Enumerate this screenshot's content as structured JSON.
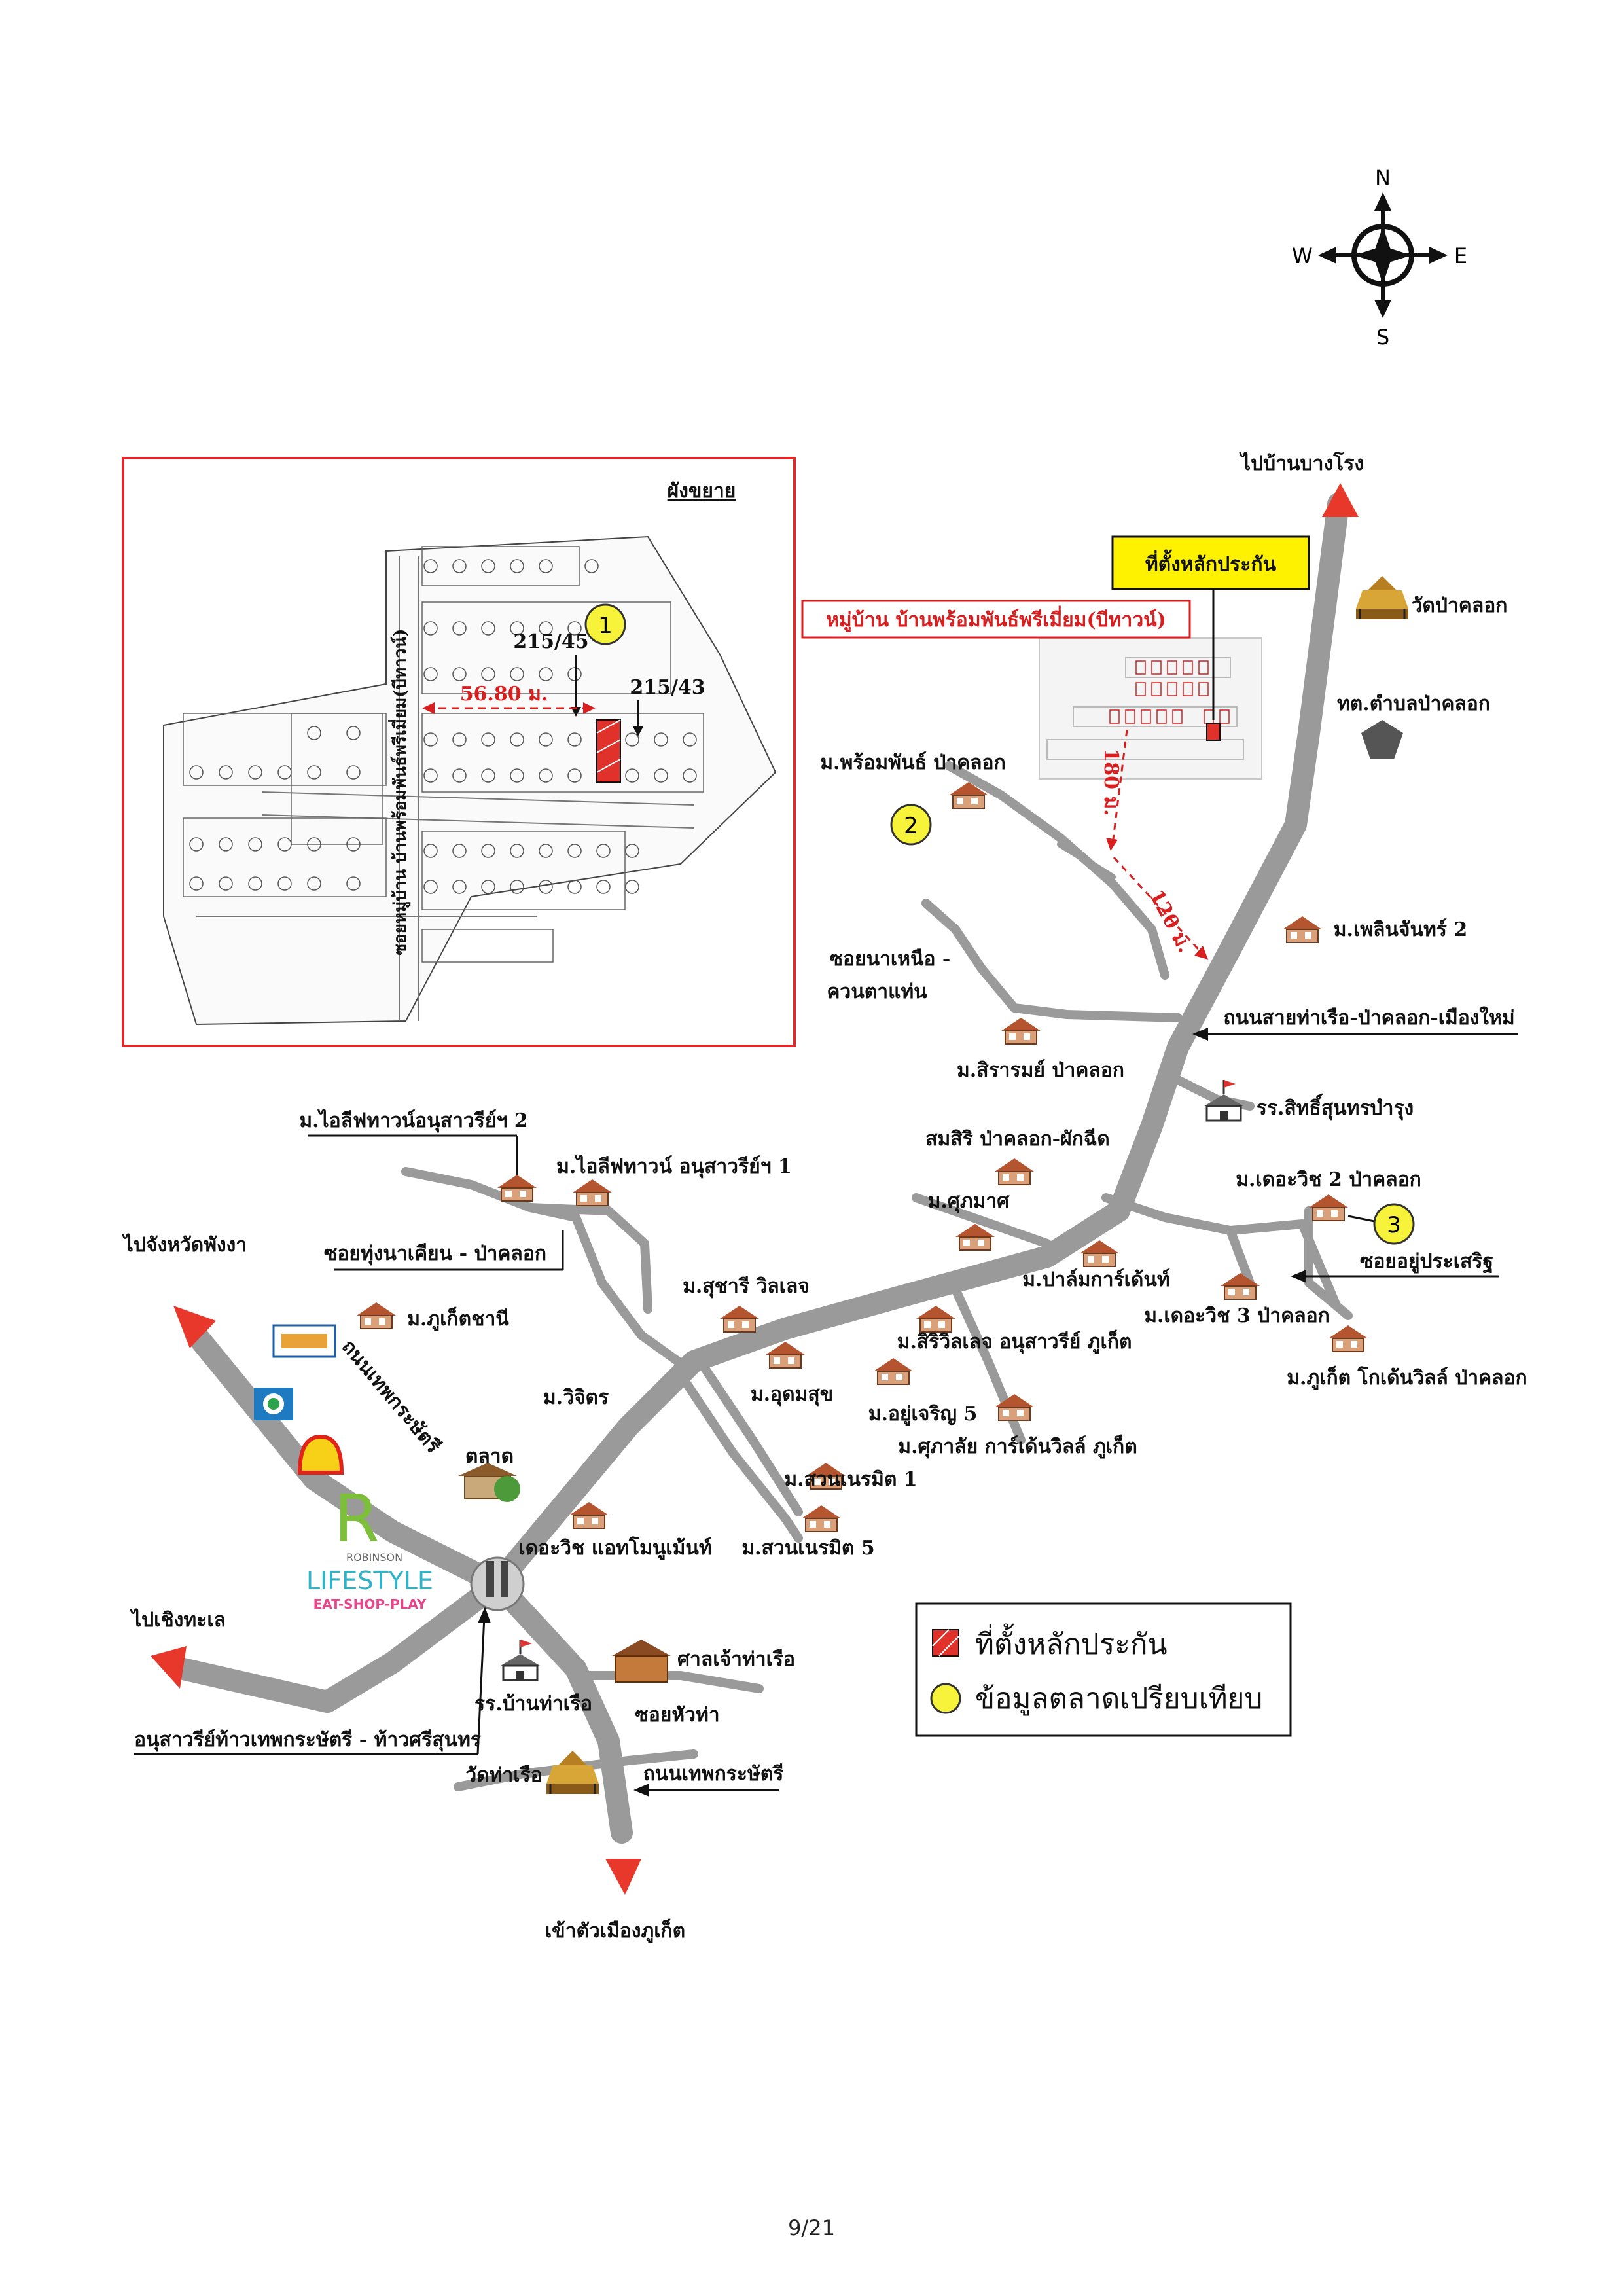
{
  "compass": {
    "n": "N",
    "s": "S",
    "e": "E",
    "w": "W"
  },
  "inset": {
    "title": "ผังขยาย",
    "plot_a": "215/45",
    "plot_b": "215/43",
    "distance": "56.80 ม.",
    "road_label": "ซอยหมู่บ้าน บ้านพร้อมพันธ์พรีเมี่ยม(บีทาวน์)",
    "marker": "1"
  },
  "collateral_box": "ที่ตั้งหลักประกัน",
  "village_box": "หมู่บ้าน บ้านพร้อมพันธ์พรีเมี่ยม(บีทาวน์)",
  "dist_180": "180 ม.",
  "dist_120": "120 ม.",
  "arrows": {
    "north": "ไปบ้านบางโรง",
    "northwest": "ไปจังหวัดพังงา",
    "west": "ไปเชิงทะเล",
    "south": "เข้าตัวเมืองภูเก็ต"
  },
  "places": {
    "wat_pakhlok": "วัดป่าคลอก",
    "tambon_office": "ทต.ตำบลป่าคลอก",
    "m_phromphan": "ม.พร้อมพันธ์ ป่าคลอก",
    "soi_na_nuea_1": "ซอยนาเหนือ -",
    "soi_na_nuea_2": "ควนตาแท่น",
    "m_phloenchan": "ม.เพลินจันทร์ 2",
    "road_tharuea": "ถนนสายท่าเรือ-ป่าคลอก-เมืองใหม่",
    "m_sirarom": "ม.สิรารมย์ ป่าคลอก",
    "school_sitthi": "รร.สิทธิ์สุนทรบำรุง",
    "m_isf2": "ม.ไอลีฟทาวน์อนุสาวรีย์ฯ 2",
    "m_isf1": "ม.ไอลีฟทาวน์ อนุสาวรีย์ฯ 1",
    "somsiri": "สมสิริ ป่าคลอก-ผักฉีด",
    "m_supamas": "ม.ศุภมาศ",
    "m_decavish2": "ม.เดอะวิช 2 ป่าคลอก",
    "soi_thung": "ซอยทุ่งนาเคียน - ป่าคลอก",
    "m_palm": "ม.ปาล์มการ์เด้นท์",
    "soi_yu": "ซอยอยู่ประเสริฐ",
    "m_suchari": "ม.สุชารี วิลเลจ",
    "m_decavish3": "ม.เดอะวิช 3 ป่าคลอก",
    "m_phuket_chani": "ม.ภูเก็ตชานี",
    "m_siri": "ม.สิริวิลเลจ อนุสาวรีย์ ภูเก็ต",
    "m_phuket_golden": "ม.ภูเก็ต โกเด้นวิลล์ ป่าคลอก",
    "m_udom": "ม.อุดมสุข",
    "m_wijit": "ม.วิจิตร",
    "m_yucharoen": "ม.อยู่เจริญ 5",
    "m_supalai": "ม.ศุภาลัย การ์เด้นวิลล์ ภูเก็ต",
    "road_thep": "ถนนเทพกระษัตรี",
    "market": "ตลาด",
    "m_suan1": "ม.สวนเนรมิต 1",
    "decavish_ave": "เดอะวิช แอทโมนูเม้นท์",
    "m_suan5": "ม.สวนเนรมิต 5",
    "shrine": "ศาลเจ้าท่าเรือ",
    "school_tharuea": "รร.บ้านท่าเรือ",
    "soi_huatha": "ซอยหัวท่า",
    "monument": "อนุสาวรีย์ท้าวเทพกระษัตรี - ท้าวศรีสุนทร",
    "wat_tharuea": "วัดท่าเรือ",
    "road_thep2": "ถนนเทพกระษัตรี"
  },
  "markers": {
    "two": "2",
    "three": "3"
  },
  "logos": {
    "robinson_r": "R",
    "robinson_name": "ROBINSON",
    "lifestyle": "LIFESTYLE",
    "tagline": "EAT-SHOP-PLAY"
  },
  "legend": {
    "collateral": "ที่ตั้งหลักประกัน",
    "market_info": "ข้อมูลตลาดเปรียบเทียบ"
  },
  "colors": {
    "road": "#9a9a9a",
    "arrow": "#e8382c",
    "marker_fill": "#f7f23a",
    "collateral_red": "#e0322b",
    "box_yellow": "#fff200",
    "house_roof": "#b5552f"
  },
  "page": "9/21"
}
